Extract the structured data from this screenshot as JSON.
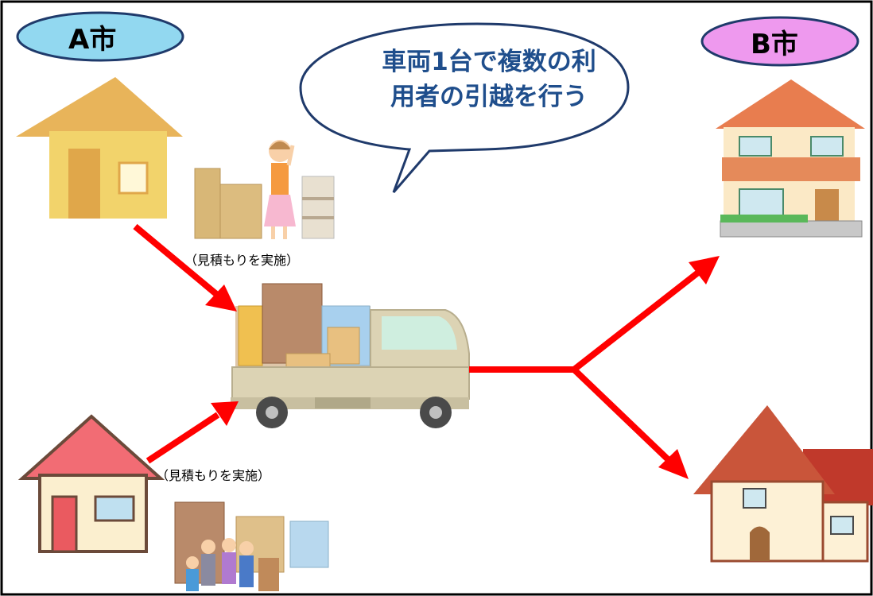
{
  "cities": {
    "a": {
      "label": "A市",
      "color": "#92d8f0"
    },
    "b": {
      "label": "B市",
      "color": "#ee99ee"
    }
  },
  "bubble": {
    "line1": "車両1台で複数の利",
    "line2": "用者の引越を行う"
  },
  "estimates": {
    "top": "（見積もりを実施）",
    "bottom": "（見積もりを実施）"
  },
  "colors": {
    "arrow": "#ff0000",
    "bubble_text": "#1f4e8c",
    "truck_body": "#dcd3b4"
  },
  "icons": [
    "house-icon",
    "truck-icon",
    "person-icon",
    "family-icon",
    "cardboard-box-icon"
  ]
}
